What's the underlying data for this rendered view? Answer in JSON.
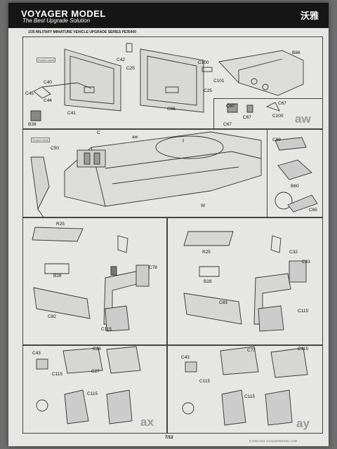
{
  "header": {
    "brand": "VOYAGER MODEL",
    "tagline": "The Best Upgrade Solution",
    "chinese_brand": "沃雅",
    "series": "1/35 MILITARY MINIATURE VEHICLE UPGRADE SERIES PE35400"
  },
  "footer": {
    "page": "7/12",
    "copyright": "© 2003-2011 VOYAGERMODEL.COM"
  },
  "steps": {
    "aw": "aw",
    "ax": "ax",
    "ay": "ay"
  },
  "notes": {
    "scratch1": "Scratch build",
    "scratch2": "Scratch build"
  },
  "parts": {
    "c42": "C42",
    "c25a": "C25",
    "c25b": "C25",
    "c100a": "C100",
    "b86": "B86",
    "c101": "C101",
    "c40": "C40",
    "c45": "C45",
    "c44": "C44",
    "c41": "C41",
    "b38": "B38",
    "c86": "C86",
    "c60": "C60",
    "c67a": "C67",
    "c67b": "C67",
    "c67c": "C67",
    "c100b": "C100",
    "c50": "C50",
    "c": "C",
    "aw_ref": "aw",
    "f": "f",
    "w": "W",
    "c89": "C89",
    "b60": "B60",
    "c65": "C65",
    "r25a": "R25",
    "b28a": "B28",
    "c82": "C82",
    "c78": "C78",
    "c115a": "C115",
    "r25b": "R25",
    "b28b": "B28",
    "c83": "C83",
    "c32": "C32",
    "c33": "C33",
    "c115b": "C115",
    "c43a": "C43",
    "c26": "C26",
    "c27": "C27",
    "c115c": "C115",
    "c43b": "C43",
    "c77": "C77",
    "c115d": "C115",
    "c115e": "C115",
    "c115f": "C115",
    "c115g": "C115"
  }
}
